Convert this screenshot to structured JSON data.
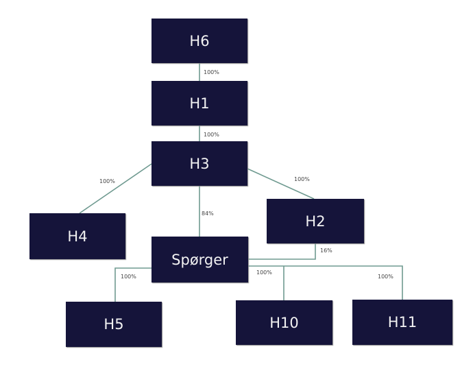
{
  "colors": {
    "node_fill": "#15143a",
    "node_text": "#f2f2f2",
    "connector": "#6f9a90"
  },
  "nodes": {
    "h6": "H6",
    "h1": "H1",
    "h3": "H3",
    "h4": "H4",
    "h2": "H2",
    "sporger": "Spørger",
    "h5": "H5",
    "h10": "H10",
    "h11": "H11"
  },
  "edges": {
    "h6_h1": "100%",
    "h1_h3": "100%",
    "h3_h4": "100%",
    "h3_h2": "100%",
    "h3_sporger": "84%",
    "h2_sporger": "16%",
    "sporger_h5": "100%",
    "sporger_h10": "100%",
    "sporger_h11": "100%"
  }
}
